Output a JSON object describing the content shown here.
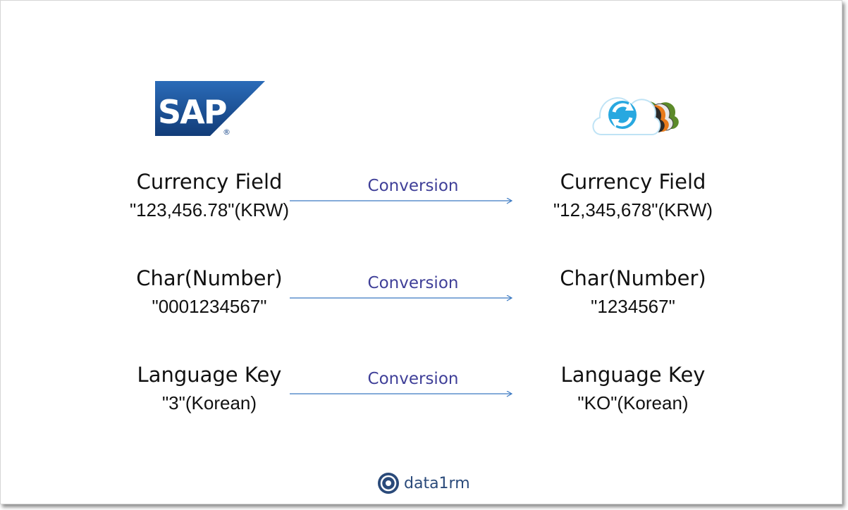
{
  "logos": {
    "left_name": "sap-logo",
    "left_text": "SAP",
    "left_mark": "®",
    "right_name": "cloud-sync-icon"
  },
  "rows": [
    {
      "left": {
        "title": "Currency Field",
        "value": "\"123,456.78\"(KRW)"
      },
      "arrow_label": "Conversion",
      "right": {
        "title": "Currency Field",
        "value": "\"12,345,678\"(KRW)"
      }
    },
    {
      "left": {
        "title": "Char(Number)",
        "value": "\"0001234567\""
      },
      "arrow_label": "Conversion",
      "right": {
        "title": "Char(Number)",
        "value": "\"1234567\""
      }
    },
    {
      "left": {
        "title": "Language Key",
        "value": "\"3\"(Korean)"
      },
      "arrow_label": "Conversion",
      "right": {
        "title": "Language Key",
        "value": "\"KO\"(Korean)"
      }
    }
  ],
  "footer": {
    "brand": "data1rm"
  },
  "colors": {
    "sap_blue": "#1a4a8c",
    "arrow_label": "#3f3f98",
    "arrow_line": "#3b79c2"
  }
}
